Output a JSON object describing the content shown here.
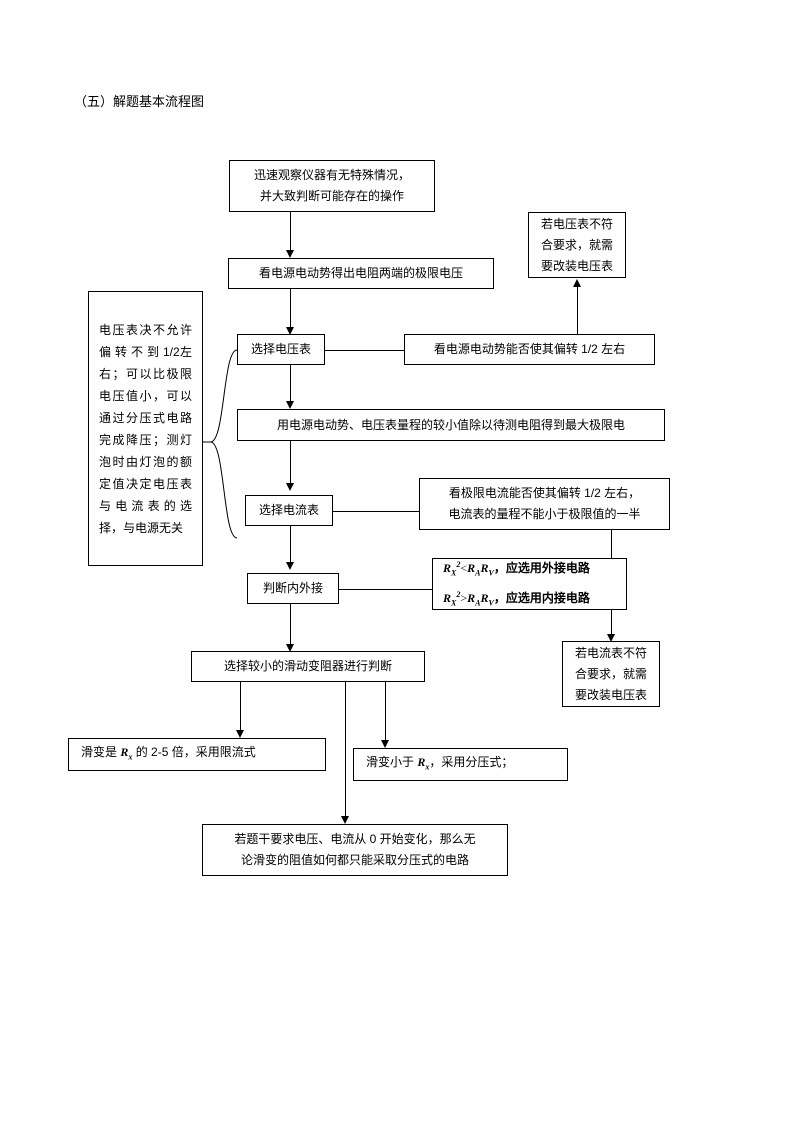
{
  "document": {
    "title": "（五）解题基本流程图"
  },
  "flowchart": {
    "type": "flowchart",
    "orientation": "top-to-bottom",
    "nodes": [
      {
        "id": "n1",
        "label": "迅速观察仪器有无特殊情况，\n并大致判断可能存在的操作",
        "line1": "迅速观察仪器有无特殊情况，",
        "line2": "并大致判断可能存在的操作"
      },
      {
        "id": "n2",
        "label": "看电源电动势得出电阻两端的极限电压"
      },
      {
        "id": "n3",
        "label": "选择电压表"
      },
      {
        "id": "n4",
        "label": "看电源电动势能否使其偏转 1/2 左右"
      },
      {
        "id": "n5",
        "line1": "若电压表不符",
        "line2": "合要求，就需",
        "line3": "要改装电压表",
        "label": "若电压表不符合要求，就需要改装电压表"
      },
      {
        "id": "n6",
        "label": "电压表决不允许 偏 转 不 到 1/2左右；可以比极限电压值小，可以通过分压式电路完成降压；测灯泡时由灯泡的额定值决定电压表与电流表的选择，与电源无关"
      },
      {
        "id": "n7",
        "label": "用电源电动势、电压表量程的较小值除以待测电阻得到最大极限电"
      },
      {
        "id": "n8",
        "label": "选择电流表"
      },
      {
        "id": "n9",
        "line1": "看极限电流能否使其偏转 1/2 左右，",
        "line2": "电流表的量程不能小于极限值的一半",
        "label": "看极限电流能否使其偏转 1/2 左右，电流表的量程不能小于极限值的一半"
      },
      {
        "id": "n10",
        "label": "判断内外接"
      },
      {
        "id": "n11",
        "formula_line1_pre": "R",
        "formula_line1_sup": "2",
        "formula_line1_sub": "X",
        "formula_line1_op": "<",
        "formula_line1_mid": "R",
        "formula_line1_sub2": "A",
        "formula_line1_mid2": "R",
        "formula_line1_sub3": "V",
        "formula_line1_text": "，应选用外接电路",
        "formula_line2_op": ">",
        "formula_line2_text": "，应选用内接电路",
        "label": "R²X<RARV，应选用外接电路 / R²X>RARV，应选用内接电路"
      },
      {
        "id": "n12",
        "line1": "若电流表不符",
        "line2": "合要求，就需",
        "line3": "要改装电压表",
        "label": "若电流表不符合要求，就需要改装电压表"
      },
      {
        "id": "n13",
        "label": "选择较小的滑动变阻器进行判断"
      },
      {
        "id": "n14",
        "pre": "滑变是 ",
        "var": "R",
        "sub": "x",
        "post": " 的 2-5 倍，采用限流式",
        "label": "滑变是 Rx 的 2-5 倍，采用限流式"
      },
      {
        "id": "n15",
        "pre": "滑变小于 ",
        "var": "R",
        "sub": "x",
        "post": "，采用分压式；",
        "label": "滑变小于 Rx，采用分压式；"
      },
      {
        "id": "n16",
        "line1": "若题干要求电压、电流从 0 开始变化，那么无",
        "line2": "论滑变的阻值如何都只能采取分压式的电路",
        "label": "若题干要求电压、电流从 0 开始变化，那么无论滑变的阻值如何都只能采取分压式的电路"
      }
    ],
    "edges": [
      {
        "from": "n1",
        "to": "n2",
        "kind": "arrow-down"
      },
      {
        "from": "n2",
        "to": "n3",
        "kind": "arrow-down"
      },
      {
        "from": "n3",
        "to": "n4",
        "kind": "line-right"
      },
      {
        "from": "n4",
        "to": "n5",
        "kind": "arrow-up"
      },
      {
        "from": "n3",
        "to": "n7",
        "kind": "arrow-down"
      },
      {
        "from": "n6",
        "to": "n3",
        "kind": "brace"
      },
      {
        "from": "n6",
        "to": "n8",
        "kind": "brace"
      },
      {
        "from": "n7",
        "to": "n8",
        "kind": "arrow-down"
      },
      {
        "from": "n8",
        "to": "n9",
        "kind": "line-right"
      },
      {
        "from": "n8",
        "to": "n10",
        "kind": "arrow-down"
      },
      {
        "from": "n10",
        "to": "n11",
        "kind": "line-right"
      },
      {
        "from": "n9",
        "to": "n12",
        "kind": "arrow-down"
      },
      {
        "from": "n10",
        "to": "n13",
        "kind": "arrow-down"
      },
      {
        "from": "n13",
        "to": "n14",
        "kind": "arrow-down"
      },
      {
        "from": "n13",
        "to": "n15",
        "kind": "arrow-down"
      },
      {
        "from": "n13",
        "to": "n16",
        "kind": "arrow-down"
      }
    ],
    "colors": {
      "stroke": "#000000",
      "fill": "#ffffff",
      "text": "#000000"
    }
  }
}
